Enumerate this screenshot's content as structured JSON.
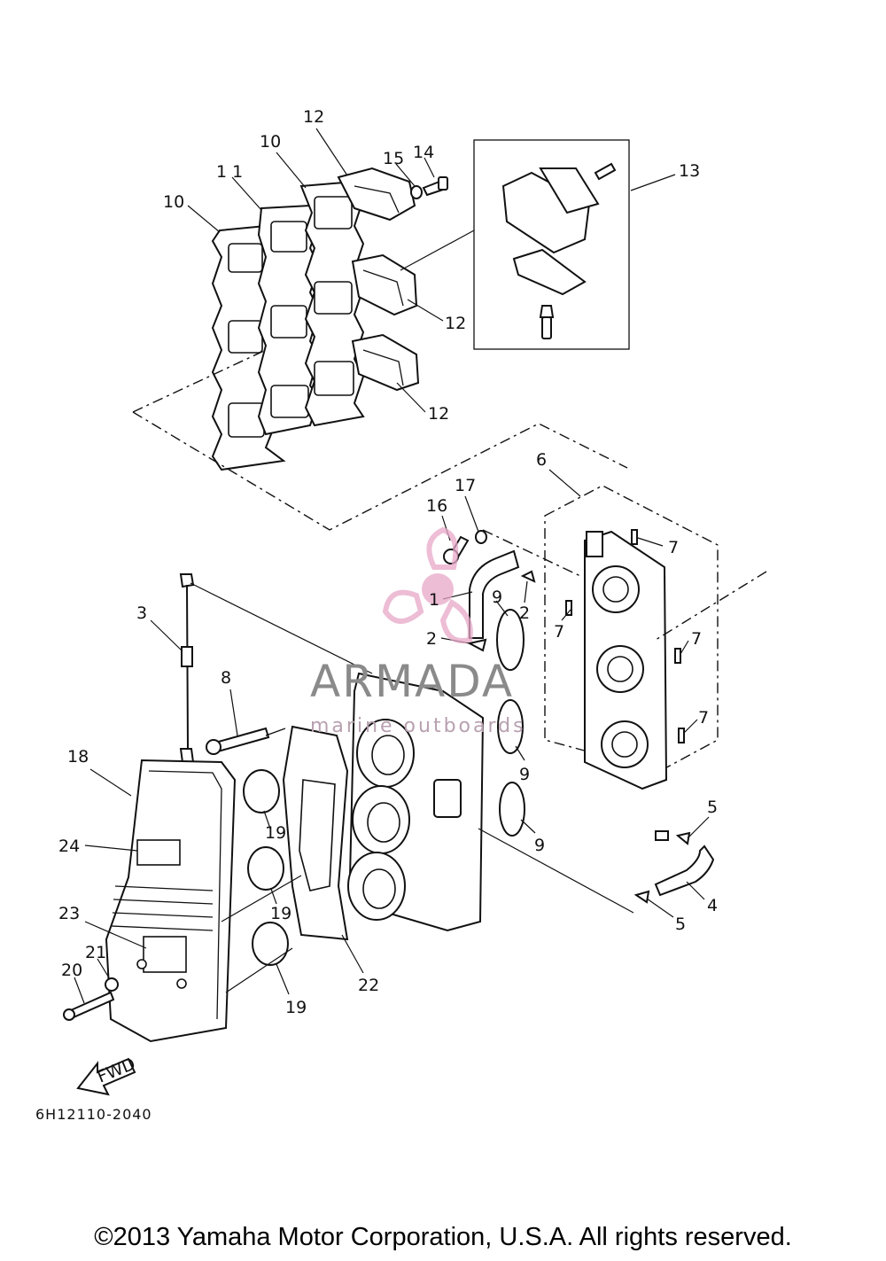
{
  "labels": {
    "p1": "1",
    "p2a": "2",
    "p2b": "2",
    "p3": "3",
    "p4": "4",
    "p5a": "5",
    "p5b": "5",
    "p6": "6",
    "p7a": "7",
    "p7b": "7",
    "p7c": "7",
    "p7d": "7",
    "p8": "8",
    "p9a": "9",
    "p9b": "9",
    "p9c": "9",
    "p10a": "10",
    "p10b": "10",
    "p11": "1 1",
    "p12a": "12",
    "p12b": "12",
    "p12c": "12",
    "p13": "13",
    "p14": "14",
    "p15": "15",
    "p16": "16",
    "p17": "17",
    "p18": "18",
    "p19a": "19",
    "p19b": "19",
    "p19c": "19",
    "p20": "20",
    "p21": "21",
    "p22": "22",
    "p23": "23",
    "p24": "24"
  },
  "fwd_label": "FWD",
  "watermark": {
    "brand": "ARMADA",
    "sub": "marine outboards",
    "accent": "#e8a8c8"
  },
  "diagram_code": "6H12110-2040",
  "copyright": "©2013 Yamaha Motor Corporation, U.S.A. All rights reserved."
}
